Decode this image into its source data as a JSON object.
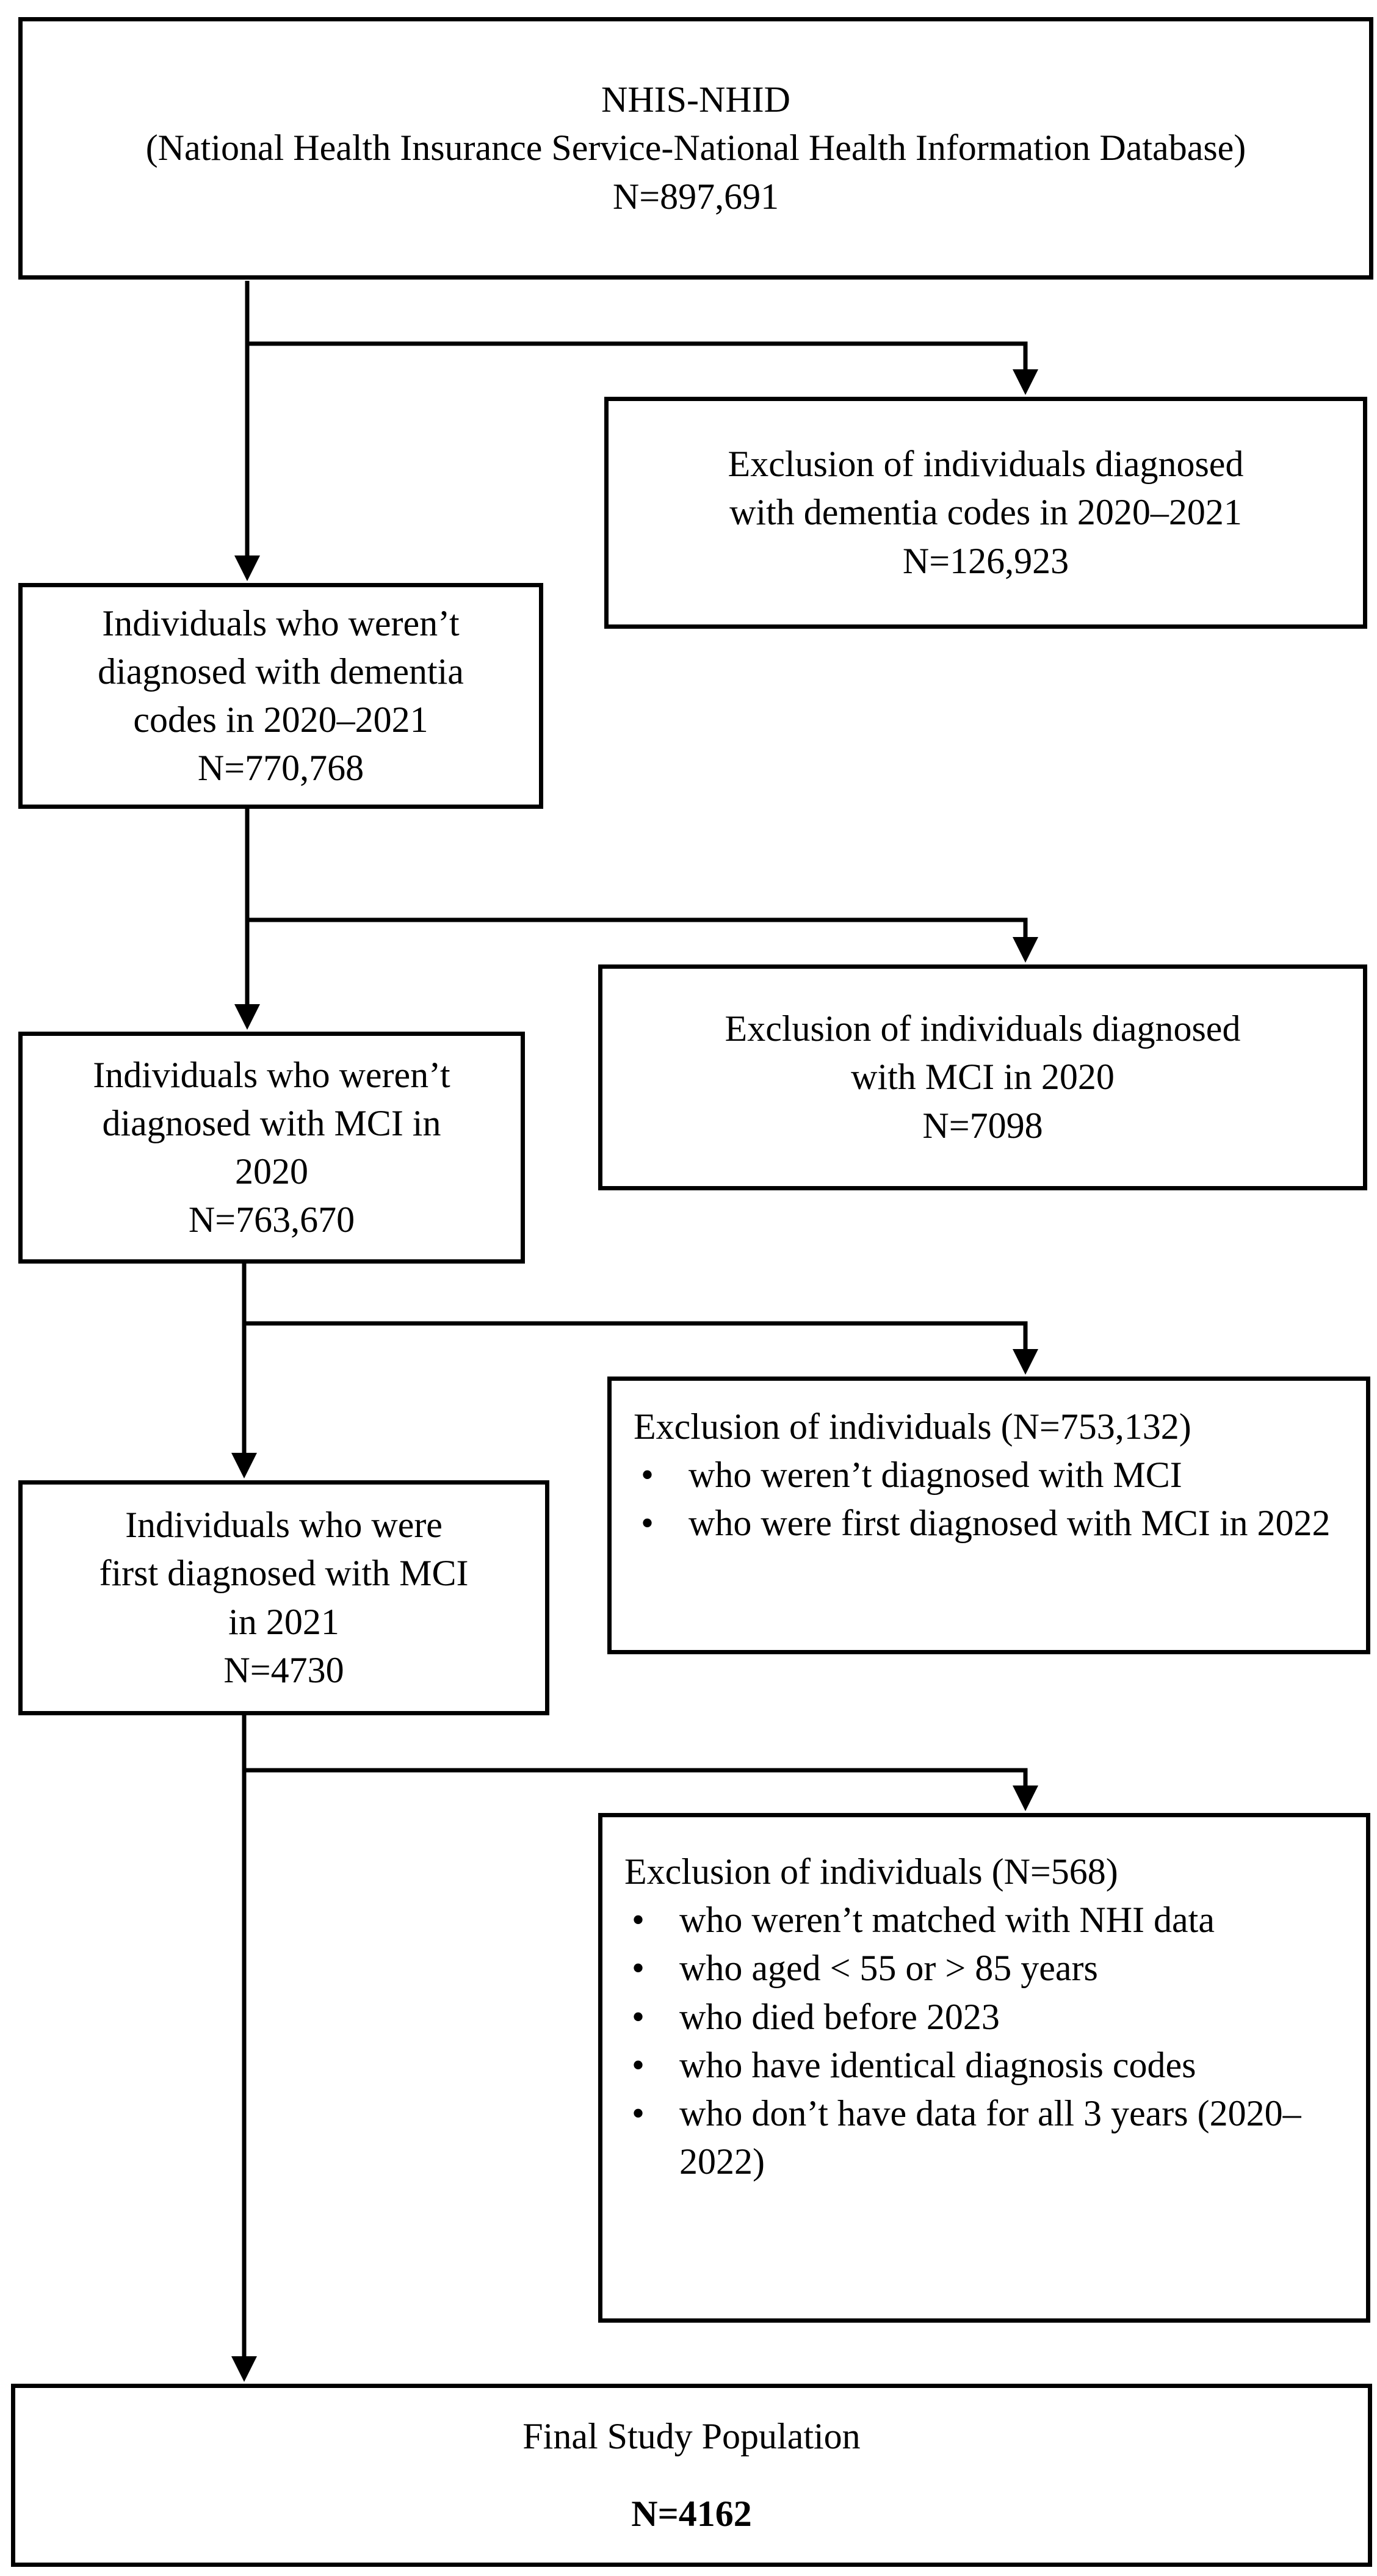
{
  "boxes": {
    "source": {
      "title": "NHIS-NHID",
      "subtitle": "(National Health Insurance Service-National Health Information Database)",
      "count": "N=897,691"
    },
    "exclusion1": {
      "lines": [
        "Exclusion of individuals diagnosed",
        "with dementia codes in 2020–2021",
        "N=126,923"
      ]
    },
    "step1": {
      "lines": [
        "Individuals who weren’t",
        "diagnosed with dementia",
        "codes in 2020–2021",
        "N=770,768"
      ]
    },
    "exclusion2": {
      "lines": [
        "Exclusion of individuals diagnosed",
        "with MCI in 2020",
        "N=7098"
      ]
    },
    "step2": {
      "lines": [
        "Individuals who weren’t",
        "diagnosed with MCI in",
        "2020",
        "N=763,670"
      ]
    },
    "exclusion3": {
      "heading": "Exclusion of individuals (N=753,132)",
      "bullets": [
        "who weren’t diagnosed with MCI",
        "who were first diagnosed with MCI in 2022"
      ]
    },
    "step3": {
      "lines": [
        "Individuals who were",
        "first diagnosed with MCI",
        "in 2021",
        "N=4730"
      ]
    },
    "exclusion4": {
      "heading": "Exclusion of individuals (N=568)",
      "bullets": [
        "who weren’t matched with NHI data",
        "who aged < 55 or > 85 years",
        "who died before 2023",
        "who have identical diagnosis codes",
        "who don’t have data for all 3 years (2020–2022)"
      ]
    },
    "final": {
      "title": "Final Study Population",
      "count": "N=4162"
    }
  }
}
